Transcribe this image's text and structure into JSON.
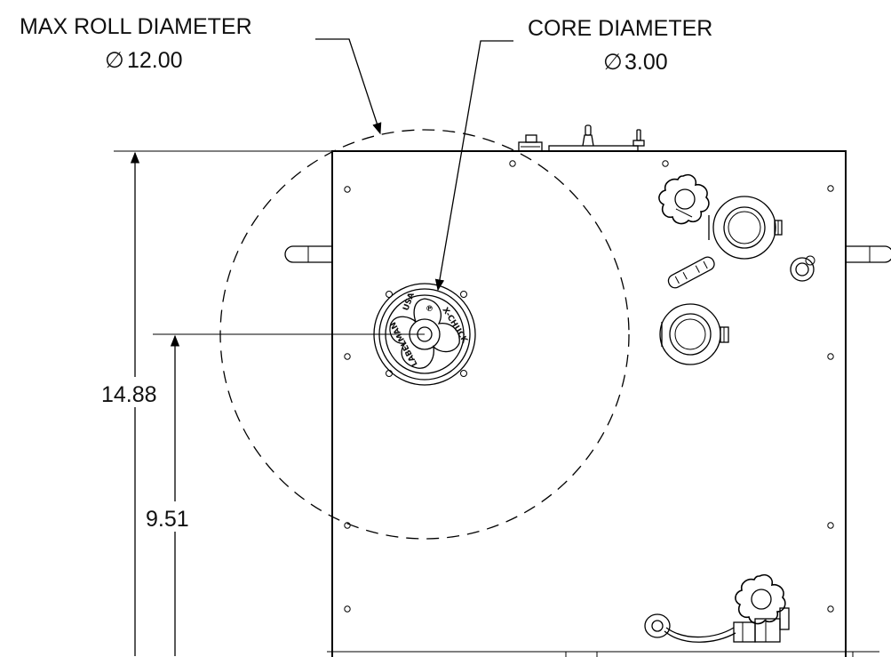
{
  "labels": {
    "max_roll": {
      "title": "MAX ROLL DIAMETER",
      "symbol": "∅",
      "value": "12.00"
    },
    "core": {
      "title": "CORE DIAMETER",
      "symbol": "∅",
      "value": "3.00"
    }
  },
  "dimensions": {
    "overall_height": "14.88",
    "center_height": "9.51"
  },
  "chuck_text": {
    "brand": "X-CHUCK",
    "maker": "LABELMAN",
    "country": "USA",
    "patent": "℗"
  }
}
